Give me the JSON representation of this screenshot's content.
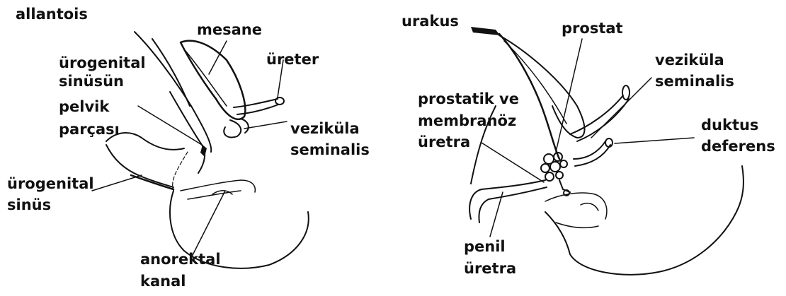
{
  "left_panel": {
    "labels": {
      "allantois": "allantois",
      "mesane": "mesane",
      "ureter": "üreter",
      "pelvic_part_1": "ürogenital",
      "pelvic_part_2": "sinüsün",
      "pelvic_part_3": "pelvik",
      "pelvic_part_4": "parçası",
      "vesicula_1": "veziküla",
      "vesicula_2": "seminalis",
      "sinus_1": "ürogenital",
      "sinus_2": "sinüs",
      "canal_1": "anorektal",
      "canal_2": "kanal"
    }
  },
  "right_panel": {
    "labels": {
      "urakus": "urakus",
      "prostat": "prostat",
      "vesicula_1": "veziküla",
      "vesicula_2": "seminalis",
      "urethra_1": "prostatik ve",
      "urethra_2": "membranöz",
      "urethra_3": "üretra",
      "duct_1": "duktus",
      "duct_2": "deferens",
      "penile_1": "penil",
      "penile_2": "üretra"
    }
  }
}
